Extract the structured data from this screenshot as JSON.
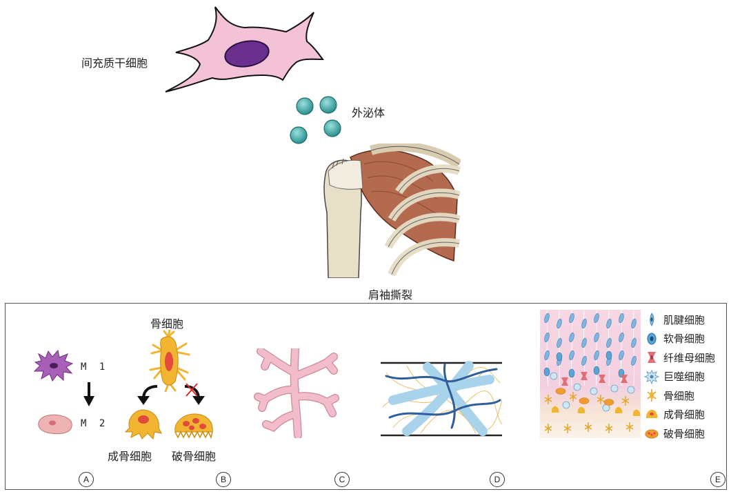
{
  "top": {
    "msc_label": "间充质干细胞",
    "exosome_label": "外泌体",
    "injury_label": "肩袖撕裂"
  },
  "panels": {
    "A": {
      "tag": "A",
      "m1": "M 1",
      "m2": "M 2"
    },
    "B": {
      "tag": "B",
      "osteocyte": "骨细胞",
      "osteoblast": "成骨细胞",
      "osteoclast": "破骨细胞"
    },
    "C": {
      "tag": "C"
    },
    "D": {
      "tag": "D"
    },
    "E": {
      "tag": "E"
    }
  },
  "legend": [
    {
      "icon": "tenocyte-icon",
      "label": "肌腱细胞"
    },
    {
      "icon": "chondrocyte-icon",
      "label": "软骨细胞"
    },
    {
      "icon": "fibroblast-icon",
      "label": "纤维母细胞"
    },
    {
      "icon": "macrophage-icon",
      "label": "巨噬细胞"
    },
    {
      "icon": "osteocyte-icon",
      "label": "骨细胞"
    },
    {
      "icon": "osteoblast-icon",
      "label": "成骨细胞"
    },
    {
      "icon": "osteoclast-icon",
      "label": "破骨细胞"
    }
  ],
  "colors": {
    "msc": "#f3c2d6",
    "nucleus": "#6a2f8f",
    "exosome": "#3fa7a6",
    "muscle": "#b46a4e",
    "bone": "#e6dcc4",
    "m1": "#a85fb8",
    "m2": "#f0b3b3",
    "osteo": "#f2b531",
    "vessel": "#f2bccb",
    "fiber": "#a9d3ea"
  }
}
